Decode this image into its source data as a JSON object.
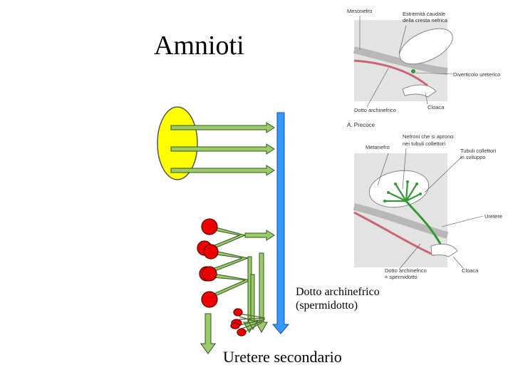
{
  "title": "Amnioti",
  "labels": {
    "dotto_line1": "Dotto archinefrico",
    "dotto_line2": "(spermidotto)",
    "uretere_secondario": "Uretere secondario"
  },
  "figure_top": {
    "labels": {
      "mesonefro": "Mesonefro",
      "estremita_line1": "Estremità caudale",
      "estremita_line2": "della cresta nefrica",
      "diverticolo": "Diverticolo ureterico",
      "dotto": "Dotto archinefrico",
      "cloaca": "Cloaca"
    },
    "caption": "A. Precoce"
  },
  "figure_bottom": {
    "labels": {
      "nefroni_line1": "Nefroni che si aprono",
      "nefroni_line2": "nei tubuli collettori",
      "metanefro": "Metanefro",
      "tubuli_line1": "Tubuli collettori",
      "tubuli_line2": "in sviluppo",
      "uretere": "Uretere",
      "dotto_line1": "Dotto archinefrico",
      "dotto_line2": "= spermidotto",
      "cloaca": "Cloaca"
    }
  },
  "colors": {
    "yellow_organ": "#ffff00",
    "red_unit": "#ee0000",
    "green_arrow": "#99cc66",
    "blue_duct": "#3399ff",
    "figure_bg": "#e3e3e3",
    "figure_duct": "#cc6677",
    "figure_green": "#339933"
  }
}
